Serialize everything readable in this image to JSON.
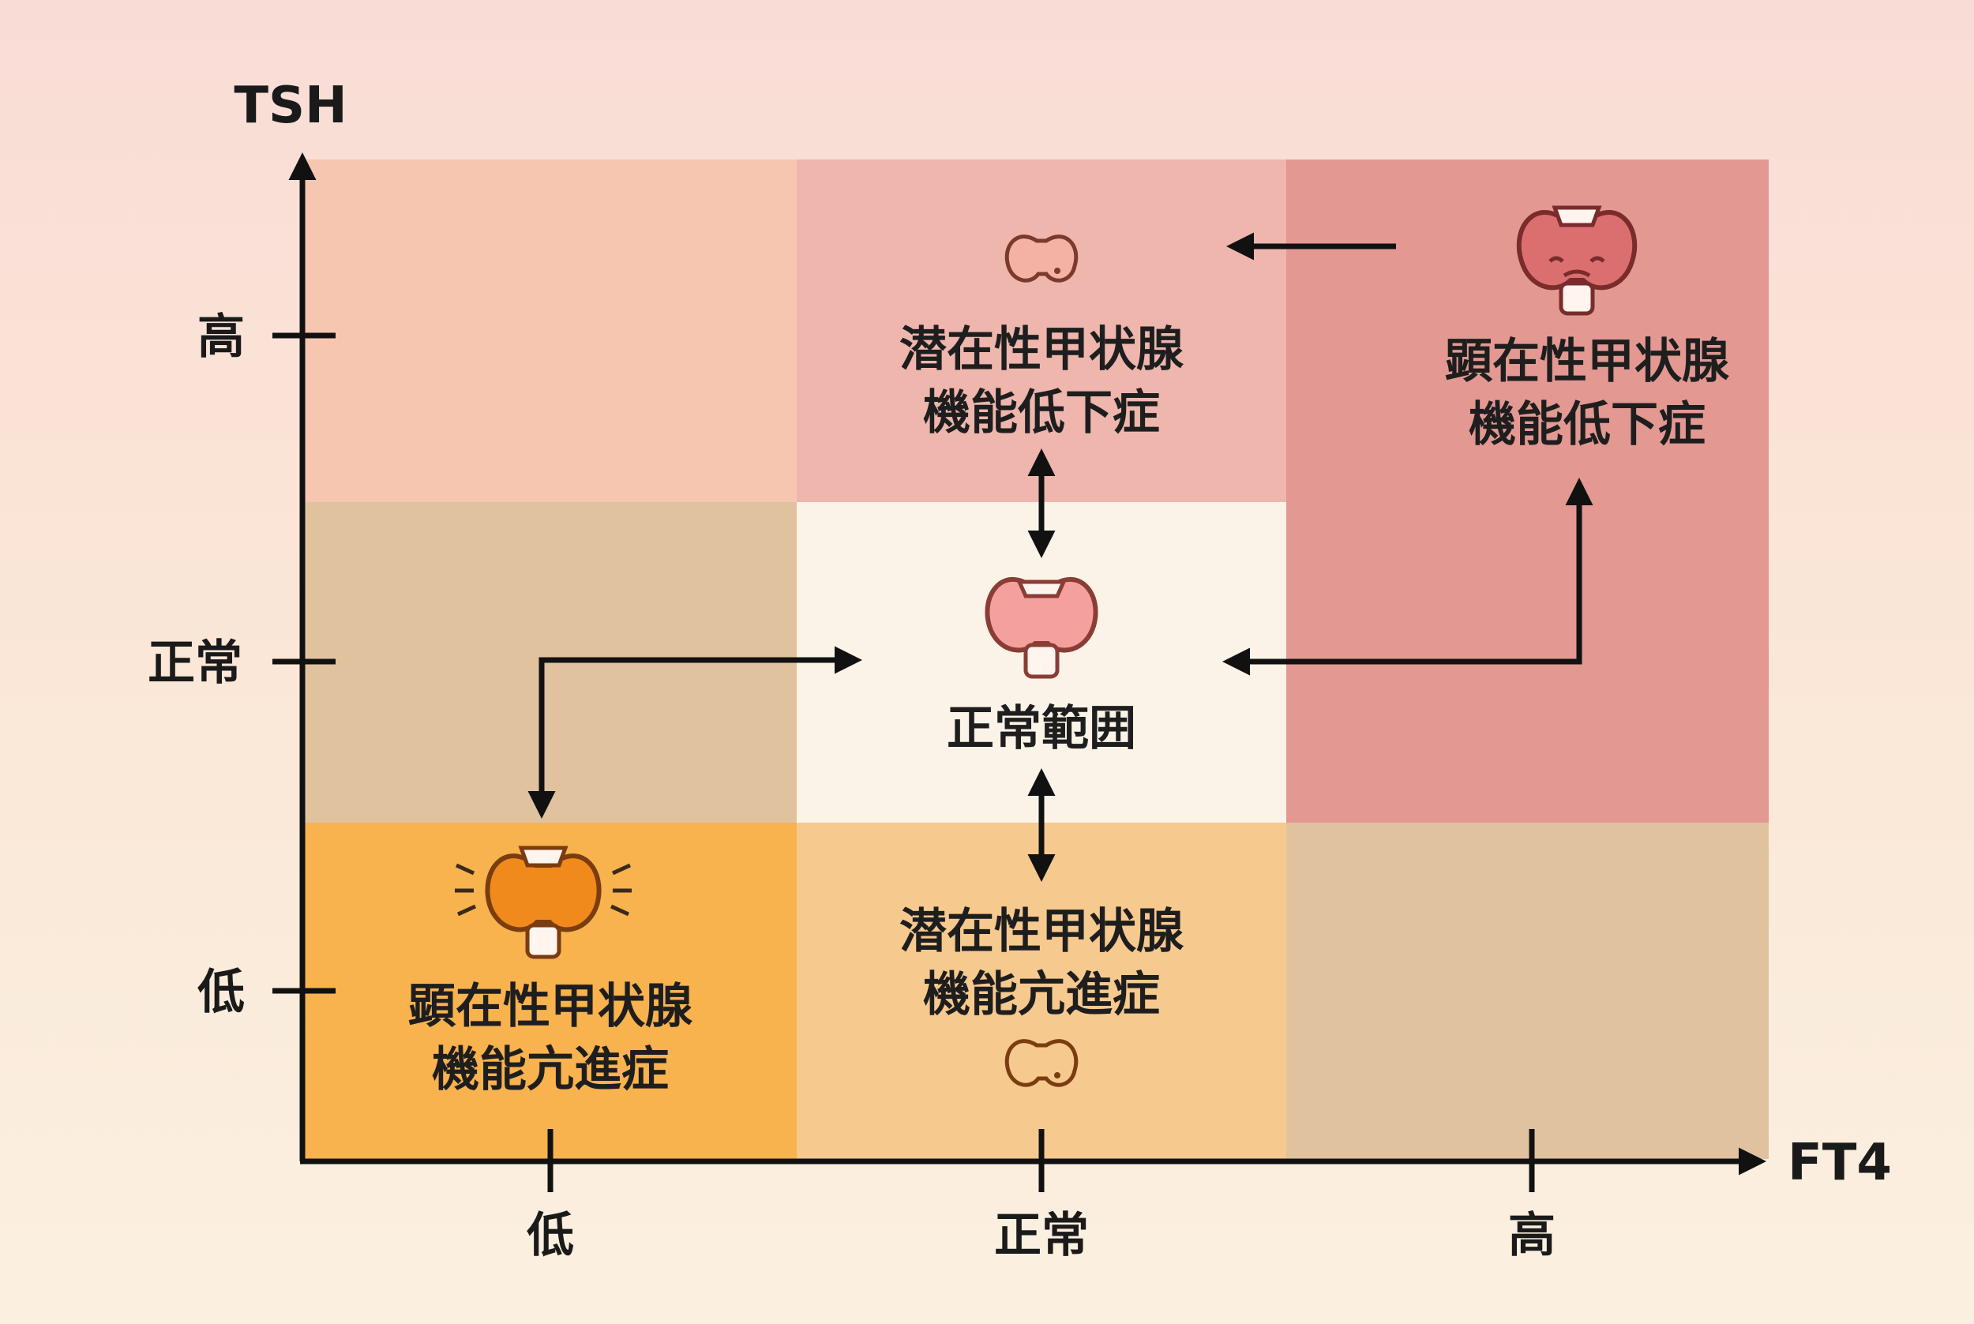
{
  "axes": {
    "y_title": "TSH",
    "x_title": "FT4",
    "y_ticks": [
      "高",
      "正常",
      "低"
    ],
    "x_ticks": [
      "低",
      "正常",
      "高"
    ]
  },
  "colors": {
    "background_top": "#f9dcd6",
    "background_bottom": "#fbf0e0",
    "axis": "#111111",
    "cell_high_low": "#f7c6b0",
    "cell_high_normal": "#eeb6ad",
    "cell_high_high": "#e39892",
    "cell_normal_low": "#e1c29f",
    "cell_normal_normal": "#fbf3e8",
    "cell_normal_high": "#e39892",
    "cell_low_low": "#f8b24e",
    "cell_low_normal": "#f6c98e",
    "cell_low_high": "#e1c29f"
  },
  "cells": {
    "subclinical_hypo": {
      "line1": "潜在性甲状腺",
      "line2": "機能低下症",
      "icon": "small-thyroid-icon"
    },
    "overt_hypo": {
      "line1": "顕在性甲状腺",
      "line2": "機能低下症",
      "icon": "sad-thyroid-icon"
    },
    "normal": {
      "label": "正常範囲",
      "icon": "thyroid-icon"
    },
    "subclinical_hyper": {
      "line1": "潜在性甲状腺",
      "line2": "機能亢進症",
      "icon": "small-thyroid-icon"
    },
    "overt_hyper": {
      "line1": "顕在性甲状腺",
      "line2": "機能亢進症",
      "icon": "active-thyroid-icon"
    }
  }
}
